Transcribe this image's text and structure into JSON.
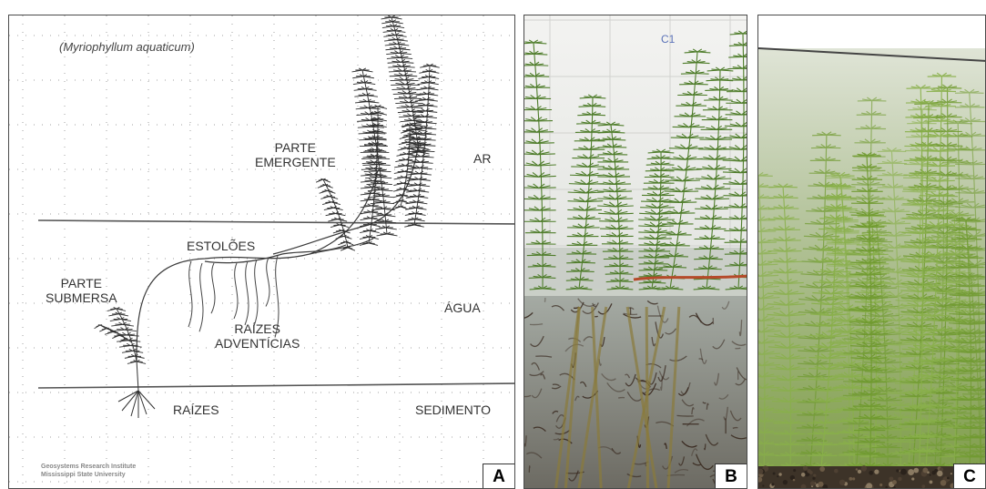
{
  "panel_a": {
    "species": "(Myriophyllum aquaticum)",
    "labels": {
      "parte_emergente": "PARTE\nEMERGENTE",
      "ar": "AR",
      "estoloes": "ESTOLÕES",
      "parte_submersa": "PARTE\nSUBMERSA",
      "agua": "ÁGUA",
      "raizes_adventicias": "RAÍZES\nADVENTÍCIAS",
      "raizes": "RAÍZES",
      "sedimento": "SEDIMENTO"
    },
    "credit": "Geosystems Research Institute\nMississippi State University",
    "letter": "A"
  },
  "panel_b": {
    "letter": "B",
    "tank_mark": "C1"
  },
  "panel_c": {
    "letter": "C"
  },
  "colors": {
    "line": "#555555",
    "plant": "#3a3a3a",
    "grid_dot": "#9a9a9a",
    "tile": "#f1f1ef",
    "water_b": "#9aa39a",
    "sediment_b": "#3b2c22",
    "water_c": "#b9c9a8",
    "plant_c": "#7fa63c",
    "gravel_c": "#3d3328"
  }
}
